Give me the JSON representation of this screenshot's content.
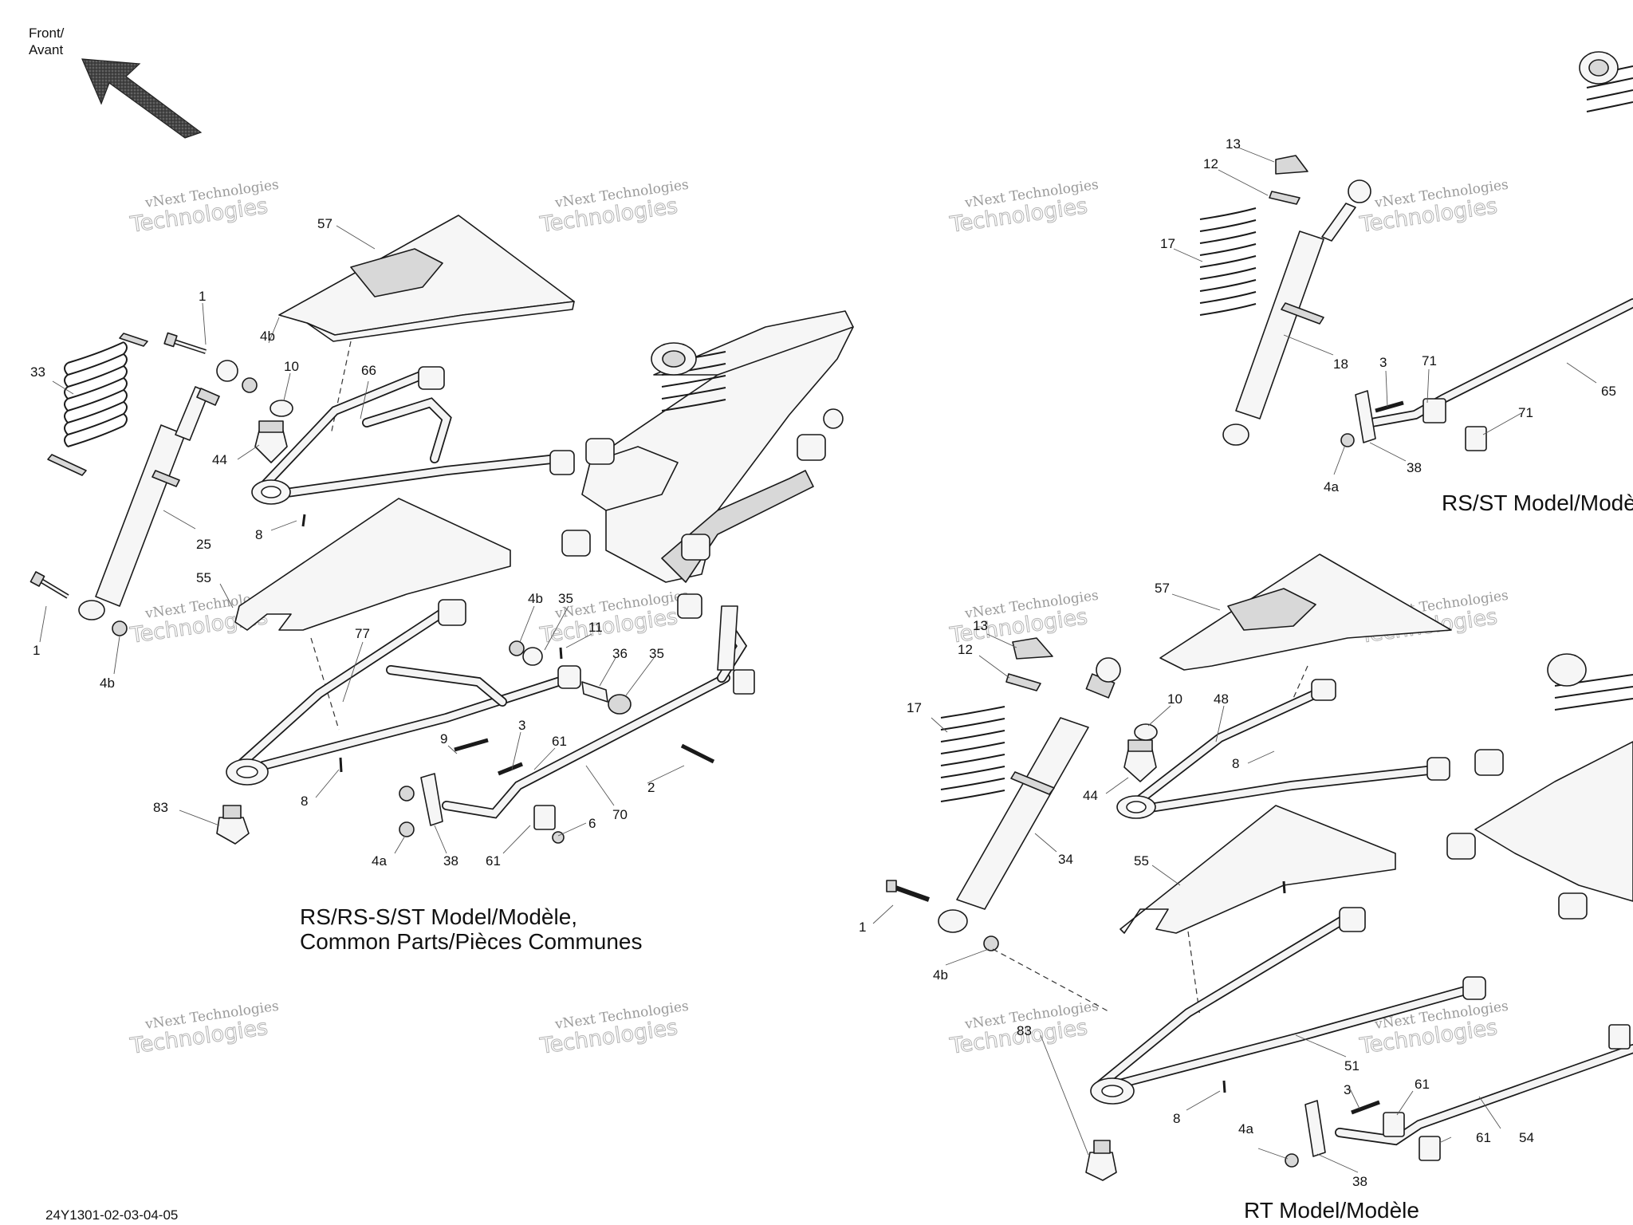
{
  "header": {
    "direction_line1": "Front/",
    "direction_line2": "Avant"
  },
  "footer": {
    "diagram_code": "24Y1301-02-03-04-05"
  },
  "captions": {
    "common_line1": "RS/RS-S/ST Model/Modèle,",
    "common_line2": "Common Parts/Pièces Communes",
    "rs_st": "RS/ST Model/Modèle",
    "rt": "RT Model/Modèle"
  },
  "watermark": {
    "line1": "vNext Technologies",
    "line2": "Technologies"
  },
  "callouts": {
    "c1a": "1",
    "c33": "33",
    "c4b_a": "4b",
    "c57a": "57",
    "c10a": "10",
    "c66": "66",
    "c44a": "44",
    "c8a": "8",
    "c25": "25",
    "c55a": "55",
    "c1b": "1",
    "c4b_b": "4b",
    "c77": "77",
    "c4b_c": "4b",
    "c35a": "35",
    "c11": "11",
    "c36": "36",
    "c35b": "35",
    "c9": "9",
    "c3a": "3",
    "c61a": "61",
    "c83a": "83",
    "c8b": "8",
    "c2": "2",
    "c70": "70",
    "c6": "6",
    "c4a_a": "4a",
    "c38a": "38",
    "c61b": "61",
    "c13a": "13",
    "c12a": "12",
    "c17a": "17",
    "c18": "18",
    "c3b": "3",
    "c71a": "71",
    "c65": "65",
    "c71b": "71",
    "c38b": "38",
    "c4a_b": "4a",
    "c57b": "57",
    "c13b": "13",
    "c12b": "12",
    "c10b": "10",
    "c48": "48",
    "c17b": "17",
    "c8c": "8",
    "c44b": "44",
    "c34": "34",
    "c55b": "55",
    "c1c": "1",
    "c4b_d": "4b",
    "c51": "51",
    "c83b": "83",
    "c8d": "8",
    "c3c": "3",
    "c61c": "61",
    "c4a_c": "4a",
    "c61d": "61",
    "c54": "54",
    "c38c": "38"
  }
}
